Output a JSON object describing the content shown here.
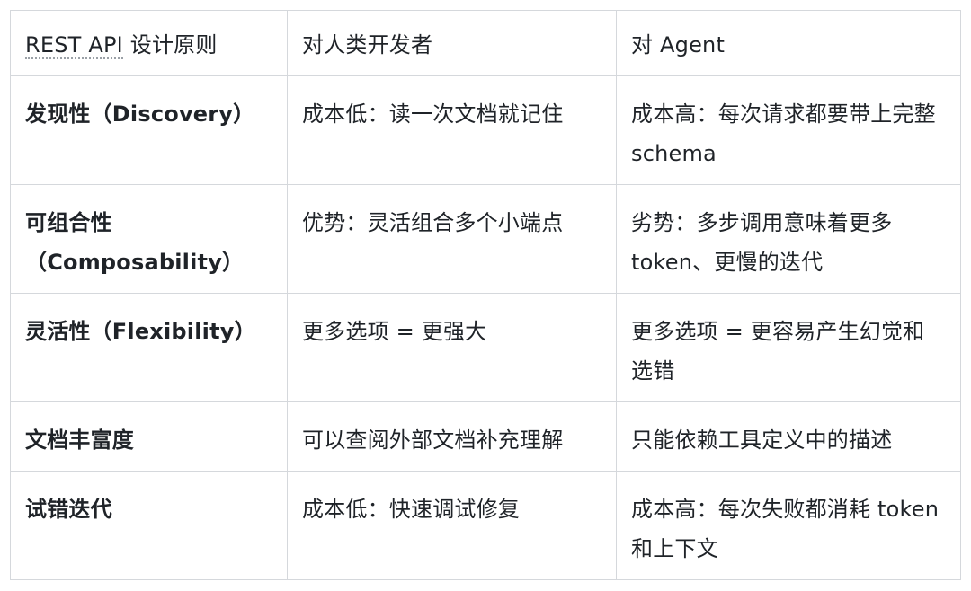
{
  "table": {
    "header": {
      "abbr": "REST API",
      "col1_rest": " 设计原则",
      "col2": "对人类开发者",
      "col3": "对 Agent"
    },
    "rows": [
      {
        "principle": "发现性（Discovery）",
        "human": "成本低：读一次文档就记住",
        "agent": "成本高：每次请求都要带上完整 schema"
      },
      {
        "principle": "可组合性（Composability）",
        "human": "优势：灵活组合多个小端点",
        "agent": "劣势：多步调用意味着更多 token、更慢的迭代"
      },
      {
        "principle": "灵活性（Flexibility）",
        "human": "更多选项 = 更强大",
        "agent": "更多选项 = 更容易产生幻觉和选错"
      },
      {
        "principle": "文档丰富度",
        "human": "可以查阅外部文档补充理解",
        "agent": "只能依赖工具定义中的描述"
      },
      {
        "principle": "试错迭代",
        "human": "成本低：快速调试修复",
        "agent": "成本高：每次失败都消耗 token 和上下文"
      }
    ]
  }
}
